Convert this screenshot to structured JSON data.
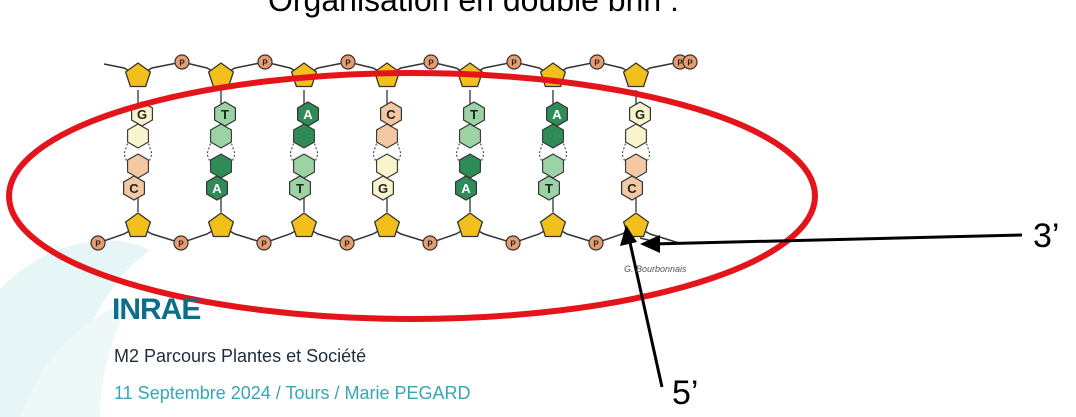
{
  "slide": {
    "title": "Organisation en double brin :",
    "credit": "G. Bourbonnais",
    "logo_text": "INRAE",
    "course": "M2 Parcours Plantes et Société",
    "date_line": "11 Septembre 2024 / Tours / Marie PEGARD"
  },
  "labels": {
    "three_prime": "3’",
    "five_prime": "5’",
    "phosphate": "P"
  },
  "dna": {
    "top_bases": [
      "G",
      "T",
      "A",
      "C",
      "T",
      "A",
      "G"
    ],
    "bottom_bases": [
      "C",
      "A",
      "T",
      "G",
      "A",
      "T",
      "C"
    ]
  },
  "colors": {
    "oval": "#e4141b",
    "sugar": "#f2c01a",
    "phosphate": "#e79b6e",
    "G": "#f8f4cd",
    "C": "#f3c8a2",
    "T": "#9cd3a4",
    "A": "#2f8c58",
    "logo": "#0d6e8c",
    "accent": "#36a7b6",
    "watermark": "#e6f5f6"
  },
  "icons": {
    "logo": "inrae-logo",
    "watermark": "inrae-swirl-watermark"
  }
}
